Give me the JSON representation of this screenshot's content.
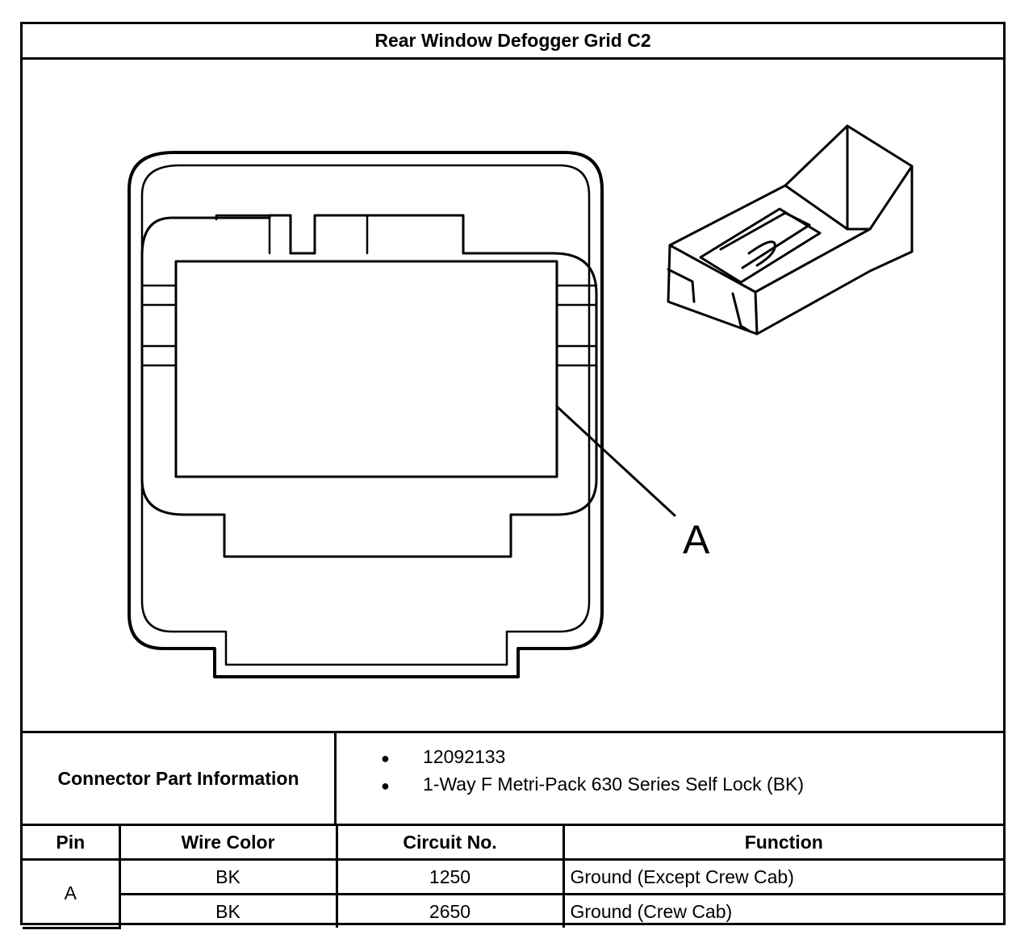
{
  "title": "Rear Window Defogger Grid C2",
  "callout_label": "A",
  "connector_info": {
    "label": "Connector Part Information",
    "items": [
      "12092133",
      "1-Way F Metri-Pack 630 Series Self Lock (BK)"
    ]
  },
  "pin_table": {
    "headers": [
      "Pin",
      "Wire Color",
      "Circuit No.",
      "Function"
    ],
    "pin": "A",
    "rows": [
      {
        "wire_color": "BK",
        "circuit": "1250",
        "function": "Ground (Except Crew Cab)"
      },
      {
        "wire_color": "BK",
        "circuit": "2650",
        "function": "Ground (Crew Cab)"
      }
    ]
  }
}
